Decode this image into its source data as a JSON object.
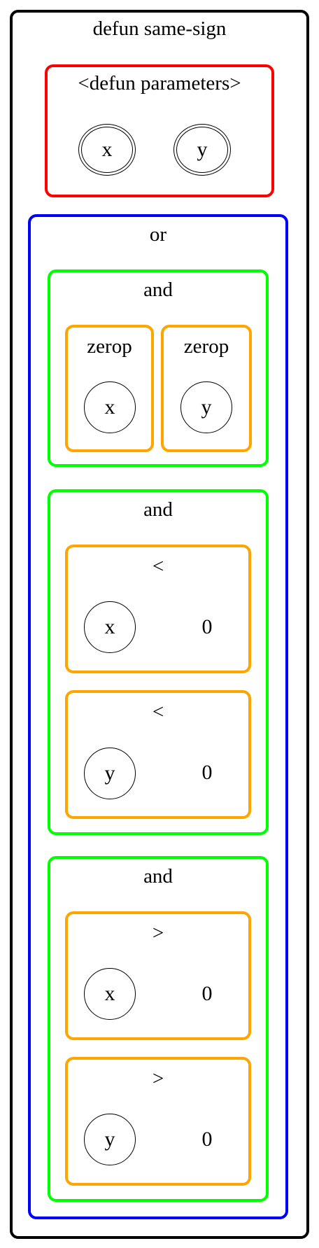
{
  "defun": {
    "title": "defun same-sign",
    "params": {
      "label": "<defun parameters>",
      "items": [
        "x",
        "y"
      ]
    },
    "body": {
      "label": "or",
      "clauses": [
        {
          "label": "and",
          "terms": [
            {
              "label": "zerop",
              "args": [
                "x"
              ]
            },
            {
              "label": "zerop",
              "args": [
                "y"
              ]
            }
          ]
        },
        {
          "label": "and",
          "terms": [
            {
              "label": "<",
              "args": [
                "x",
                "0"
              ]
            },
            {
              "label": "<",
              "args": [
                "y",
                "0"
              ]
            }
          ]
        },
        {
          "label": "and",
          "terms": [
            {
              "label": ">",
              "args": [
                "x",
                "0"
              ]
            },
            {
              "label": ">",
              "args": [
                "y",
                "0"
              ]
            }
          ]
        }
      ]
    }
  },
  "colors": {
    "defun": "#000000",
    "params": "#ff0000",
    "or": "#0000ff",
    "and": "#00ff00",
    "call": "#ffa500"
  }
}
